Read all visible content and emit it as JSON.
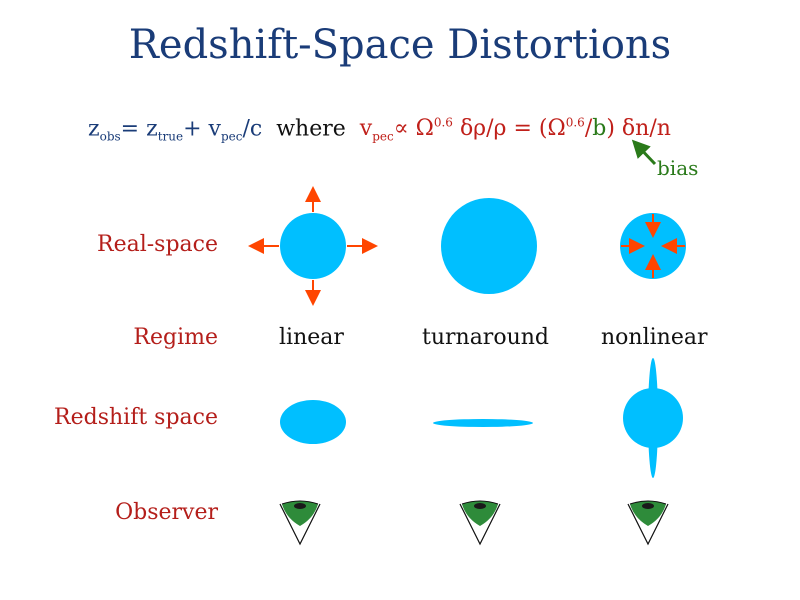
{
  "title": "Redshift-Space Distortions",
  "equation": {
    "z_obs": "z",
    "obs_sub": "obs",
    "eq1": "= z",
    "true_sub": "true",
    "plus": "+ v",
    "pec_sub": "pec",
    "over_c": "/c",
    "where": "where",
    "v": "v",
    "pec_sub2": "pec",
    "propto": "∝ Ω",
    "exp1": "0.6",
    "drho": "δρ/ρ = (Ω",
    "exp2": "0.6",
    "slash": "/",
    "b": "b",
    "dn": ") δn/n"
  },
  "bias_label": "bias",
  "row_labels": {
    "real_space": "Real-space",
    "regime": "Regime",
    "redshift_space": "Redshift space",
    "observer": "Observer"
  },
  "regimes": [
    "linear",
    "turnaround",
    "nonlinear"
  ],
  "colors": {
    "title": "#1a3c78",
    "blob": "#00bfff",
    "arrow": "#ff4500",
    "label_red": "#b41e1a",
    "bias_green": "#2a7a1a",
    "eye_green": "#2e8b3a"
  },
  "icons": [
    "arrow-out-icon",
    "arrow-in-icon",
    "eye-icon",
    "bias-arrow-icon"
  ]
}
